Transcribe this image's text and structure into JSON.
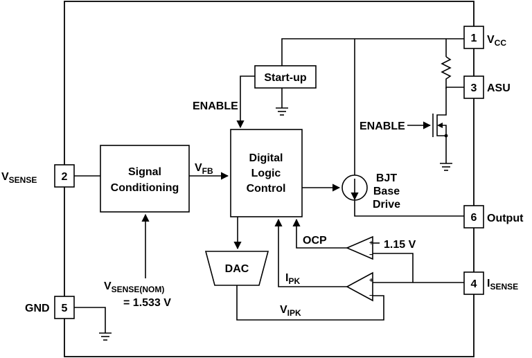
{
  "pins": {
    "vcc": {
      "number": "1",
      "name": "V",
      "sub": "CC"
    },
    "asu": {
      "number": "3",
      "name": "ASU"
    },
    "output": {
      "number": "6",
      "name": "Output"
    },
    "isense": {
      "number": "4",
      "name": "I",
      "sub": "SENSE"
    },
    "vsense": {
      "number": "2",
      "name": "V",
      "sub": "SENSE"
    },
    "gnd": {
      "number": "5",
      "name": "GND"
    }
  },
  "blocks": {
    "startup": "Start-up",
    "signal_conditioning": [
      "Signal",
      "Conditioning"
    ],
    "digital_logic": [
      "Digital",
      "Logic",
      "Control"
    ],
    "dac": "DAC",
    "bjt_drive": [
      "BJT",
      "Base",
      "Drive"
    ]
  },
  "labels": {
    "enable_top": "ENABLE",
    "enable_mosfet": "ENABLE",
    "vfb": {
      "main": "V",
      "sub": "FB"
    },
    "ocp": "OCP",
    "ref_voltage": "1.15 V",
    "ipk": {
      "main": "I",
      "sub": "PK"
    },
    "vipk": {
      "main": "V",
      "sub": "IPK"
    },
    "vsense_nom": {
      "main": "V",
      "sub": "SENSE(NOM)",
      "value": "= 1.533 V"
    }
  },
  "colors": {
    "line": "#000000",
    "background": "#ffffff"
  }
}
